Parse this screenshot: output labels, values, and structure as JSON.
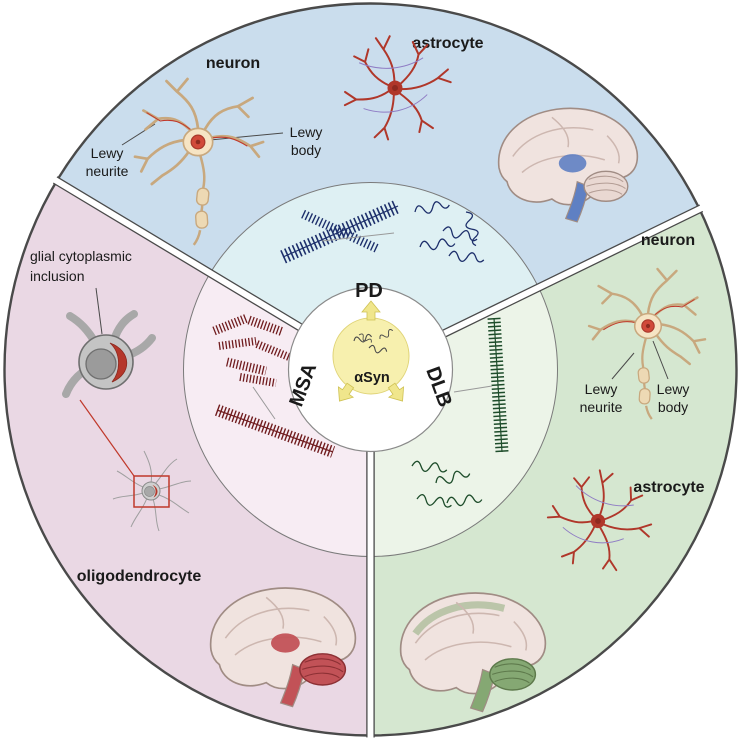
{
  "figure": {
    "center": {
      "pd_label": "PD",
      "msa_label": "MSA",
      "dlb_label": "DLB",
      "asyn_label": "αSyn",
      "pd_color": "#1c23ae",
      "msa_color": "#b31118",
      "dlb_color": "#1d6b3d",
      "hub_fill": "#f7f0ae",
      "arrow_fill": "#f0e68c"
    },
    "sectors": {
      "pd": {
        "fill": "#cadded",
        "inner_fill": "#def0f3",
        "neuron_label": "neuron",
        "astrocyte_label": "astrocyte",
        "lewy_neurite_line1": "Lewy",
        "lewy_neurite_line2": "neurite",
        "lewy_body_line1": "Lewy",
        "lewy_body_line2": "body",
        "fibril_color": "#1d2f6b",
        "brain_accent": "#5f80c3"
      },
      "msa": {
        "fill": "#ead8e4",
        "inner_fill": "#f7ecf3",
        "gci_line1": "glial cytoplasmic",
        "gci_line2": "inclusion",
        "oligodendrocyte_label": "oligodendrocyte",
        "fibril_color": "#701c1e",
        "brain_accent": "#c25257",
        "inclusion_color": "#b5372a"
      },
      "dlb": {
        "fill": "#d5e7d0",
        "inner_fill": "#ecf4e8",
        "neuron_label": "neuron",
        "lewy_neurite_line1": "Lewy",
        "lewy_neurite_line2": "neurite",
        "lewy_body_line1": "Lewy",
        "lewy_body_line2": "body",
        "astrocyte_label": "astrocyte",
        "fibril_color": "#1e4d2b",
        "brain_accent": "#85a873"
      }
    },
    "palette": {
      "astrocyte": "#b0372a",
      "neuron_body": "#f6e4c4",
      "lewy_body_red": "#d14a3a",
      "oligodendrocyte_gray": "#c4c4c4",
      "brain_base": "#f0e3df",
      "outline": "#4a4a4a"
    },
    "illustrations": {
      "pd": [
        "neuron",
        "astrocyte",
        "brain",
        "asyn-fibril",
        "asyn-monomers"
      ],
      "msa": [
        "oligodendrocyte",
        "glial-cytoplasmic-inclusion",
        "brain",
        "asyn-fibril"
      ],
      "dlb": [
        "neuron",
        "astrocyte",
        "brain",
        "asyn-fibril",
        "asyn-monomers"
      ],
      "center": [
        "asyn-monomers",
        "outward-arrows"
      ]
    }
  }
}
